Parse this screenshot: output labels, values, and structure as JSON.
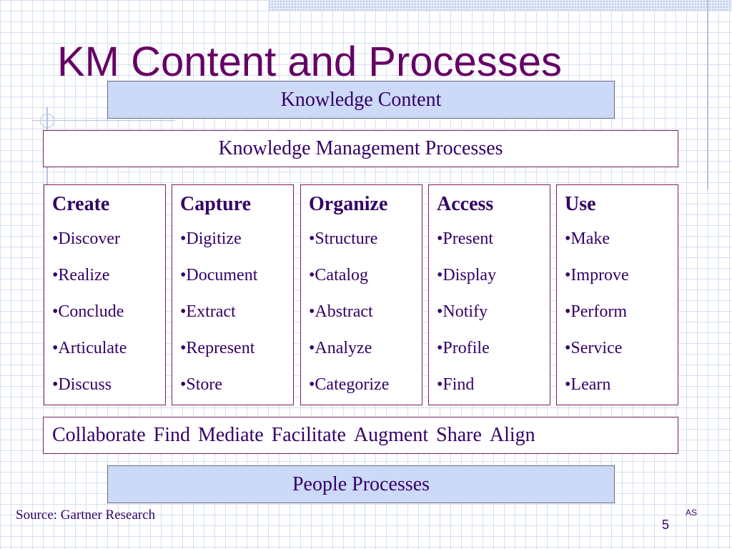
{
  "slide": {
    "title": "KM Content and Processes",
    "knowledge_content": "Knowledge Content",
    "km_processes": "Knowledge Management Processes",
    "columns": [
      {
        "heading": "Create",
        "items": [
          "Discover",
          "Realize",
          "Conclude",
          "Articulate",
          "Discuss"
        ]
      },
      {
        "heading": "Capture",
        "items": [
          "Digitize",
          "Document",
          "Extract",
          "Represent",
          "Store"
        ]
      },
      {
        "heading": "Organize",
        "items": [
          "Structure",
          "Catalog",
          "Abstract",
          "Analyze",
          "Categorize"
        ]
      },
      {
        "heading": "Access",
        "items": [
          "Present",
          "Display",
          "Notify",
          "Profile",
          "Find"
        ]
      },
      {
        "heading": "Use",
        "items": [
          "Make",
          "Improve",
          "Perform",
          "Service",
          "Learn"
        ]
      }
    ],
    "collaboration": [
      "Collaborate",
      "Find",
      "Mediate",
      "Facilitate",
      "Augment",
      "Share",
      "Align"
    ],
    "people_processes": "People Processes",
    "source": "Source: Gartner Research",
    "author_initials": "AS",
    "page_number": "5"
  },
  "colors": {
    "title": "#660066",
    "text": "#330066",
    "band_fill": "#ccd9f7",
    "box_border": "#7a1f5c"
  }
}
